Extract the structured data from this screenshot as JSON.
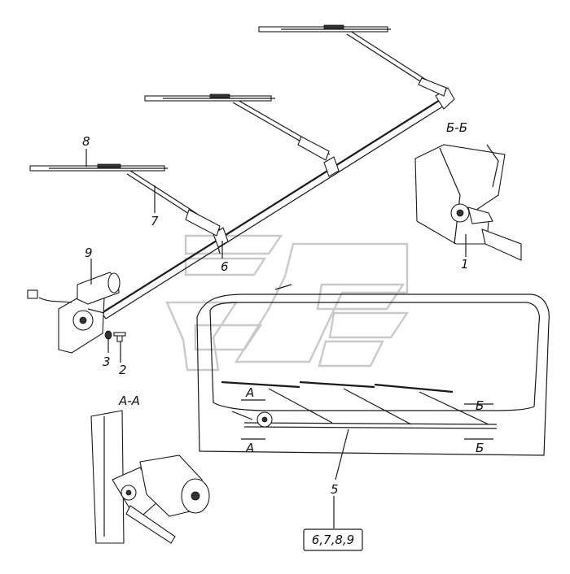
{
  "labels": {
    "l8": "8",
    "l7": "7",
    "l6": "6",
    "l9": "9",
    "l3": "3",
    "l2": "2",
    "l1": "1",
    "l5": "5",
    "sectionBB": "Б-Б",
    "sectionAA": "А-А",
    "markA_top": "А",
    "markA_bottom": "А",
    "markB_top": "Б",
    "markB_bottom": "Б",
    "kitBox": "6,7,8,9"
  }
}
